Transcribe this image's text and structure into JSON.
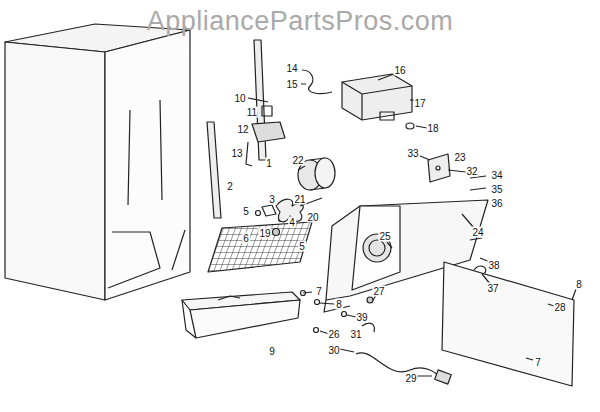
{
  "diagram": {
    "labels": [
      "AppliancePartsPros.com",
      "14",
      "15",
      "16",
      "10",
      "17",
      "11",
      "18",
      "12",
      "33",
      "23",
      "13",
      "32",
      "1",
      "22",
      "34",
      "2",
      "35",
      "21",
      "3",
      "36",
      "5",
      "20",
      "4",
      "24",
      "19",
      "6",
      "25",
      "5",
      "38",
      "37",
      "7",
      "8",
      "27",
      "8",
      "28",
      "39",
      "26",
      "31",
      "9",
      "30",
      "7",
      "29"
    ]
  }
}
